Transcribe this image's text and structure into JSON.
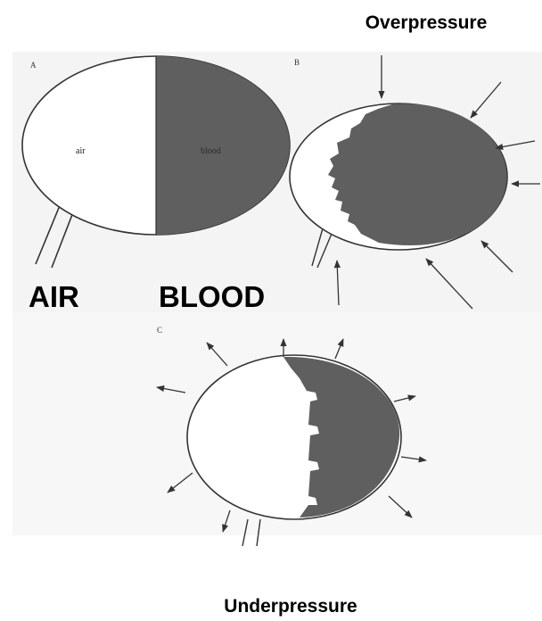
{
  "titles": {
    "overpressure": "Overpressure",
    "underpressure": "Underpressure"
  },
  "labels": {
    "air_big": "AIR",
    "blood_big": "BLOOD"
  },
  "panels": {
    "a": {
      "letter": "A",
      "air": "air",
      "blood": "blood"
    },
    "b": {
      "letter": "B"
    },
    "c": {
      "letter": "C"
    }
  },
  "colors": {
    "blood_fill": "#5f5f5f",
    "outline": "#333333",
    "background": "#ffffff",
    "scan_background": "#f4f4f4"
  }
}
